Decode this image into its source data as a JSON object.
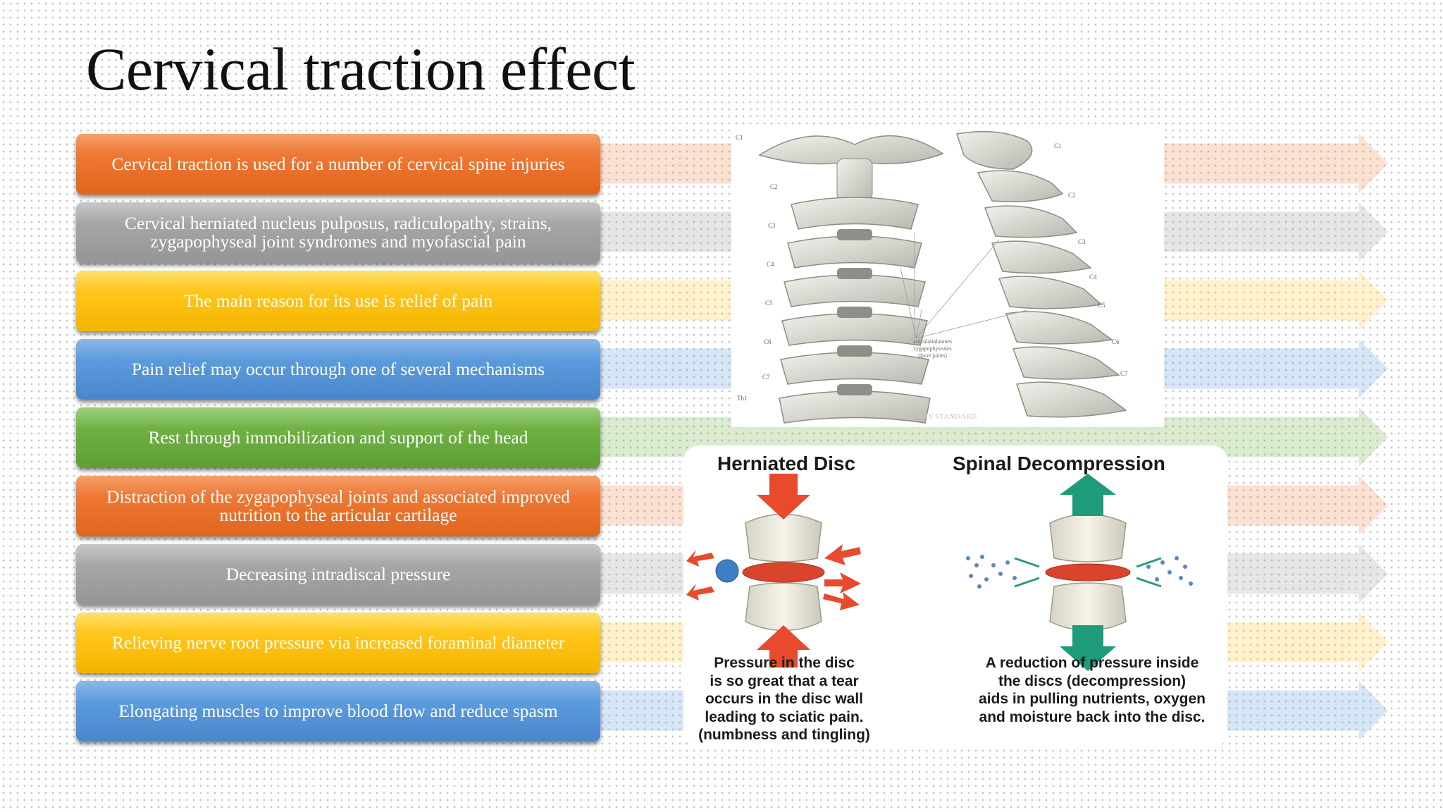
{
  "title": "Cervical traction effect",
  "colors": {
    "orange": "#ee7733",
    "gray": "#a6a6a6",
    "yellow": "#ffc61a",
    "blue": "#5b9bdc",
    "green": "#6fb144"
  },
  "items": [
    {
      "text": "Cervical traction is used for a number of cervical spine injuries",
      "color": "orange"
    },
    {
      "text": "Cervical herniated nucleus pulposus, radiculopathy, strains, zygapophyseal joint syndromes and myofascial pain",
      "color": "gray"
    },
    {
      "text": "The main reason for its use is relief of pain",
      "color": "yellow"
    },
    {
      "text": "Pain relief may occur through one of several mechanisms",
      "color": "blue"
    },
    {
      "text": "Rest through immobilization and support of the head",
      "color": "green"
    },
    {
      "text": "Distraction of the zygapophyseal joints and associated improved nutrition to the articular cartilage",
      "color": "orange"
    },
    {
      "text": "Decreasing intradiscal pressure",
      "color": "gray"
    },
    {
      "text": "Relieving nerve root pressure via increased foraminal diameter",
      "color": "yellow"
    },
    {
      "text": "Elongating muscles to improve blood flow and reduce spasm",
      "color": "blue"
    }
  ],
  "spine_figure": {
    "front_labels": [
      "C2",
      "C3",
      "C4",
      "C5",
      "C6",
      "C7",
      "Th1"
    ],
    "side_labels": [
      "C1",
      "C2",
      "C3",
      "C4",
      "C5",
      "C6",
      "C7"
    ],
    "top_label": "C1",
    "callout": "articulatiolatones\nzygapophyseales\n(facet joints)",
    "watermark": "ANATOMY STANDARD"
  },
  "disc_figure": {
    "left_title": "Herniated Disc",
    "left_caption": "Pressure in the disc\nis so great that a tear\noccurs in the disc wall\nleading to sciatic pain.\n(numbness and tingling)",
    "right_title": "Spinal Decompression",
    "right_caption": "A reduction of pressure inside\nthe discs (decompression)\naids in pulling nutrients, oxygen\nand moisture back into the disc."
  }
}
